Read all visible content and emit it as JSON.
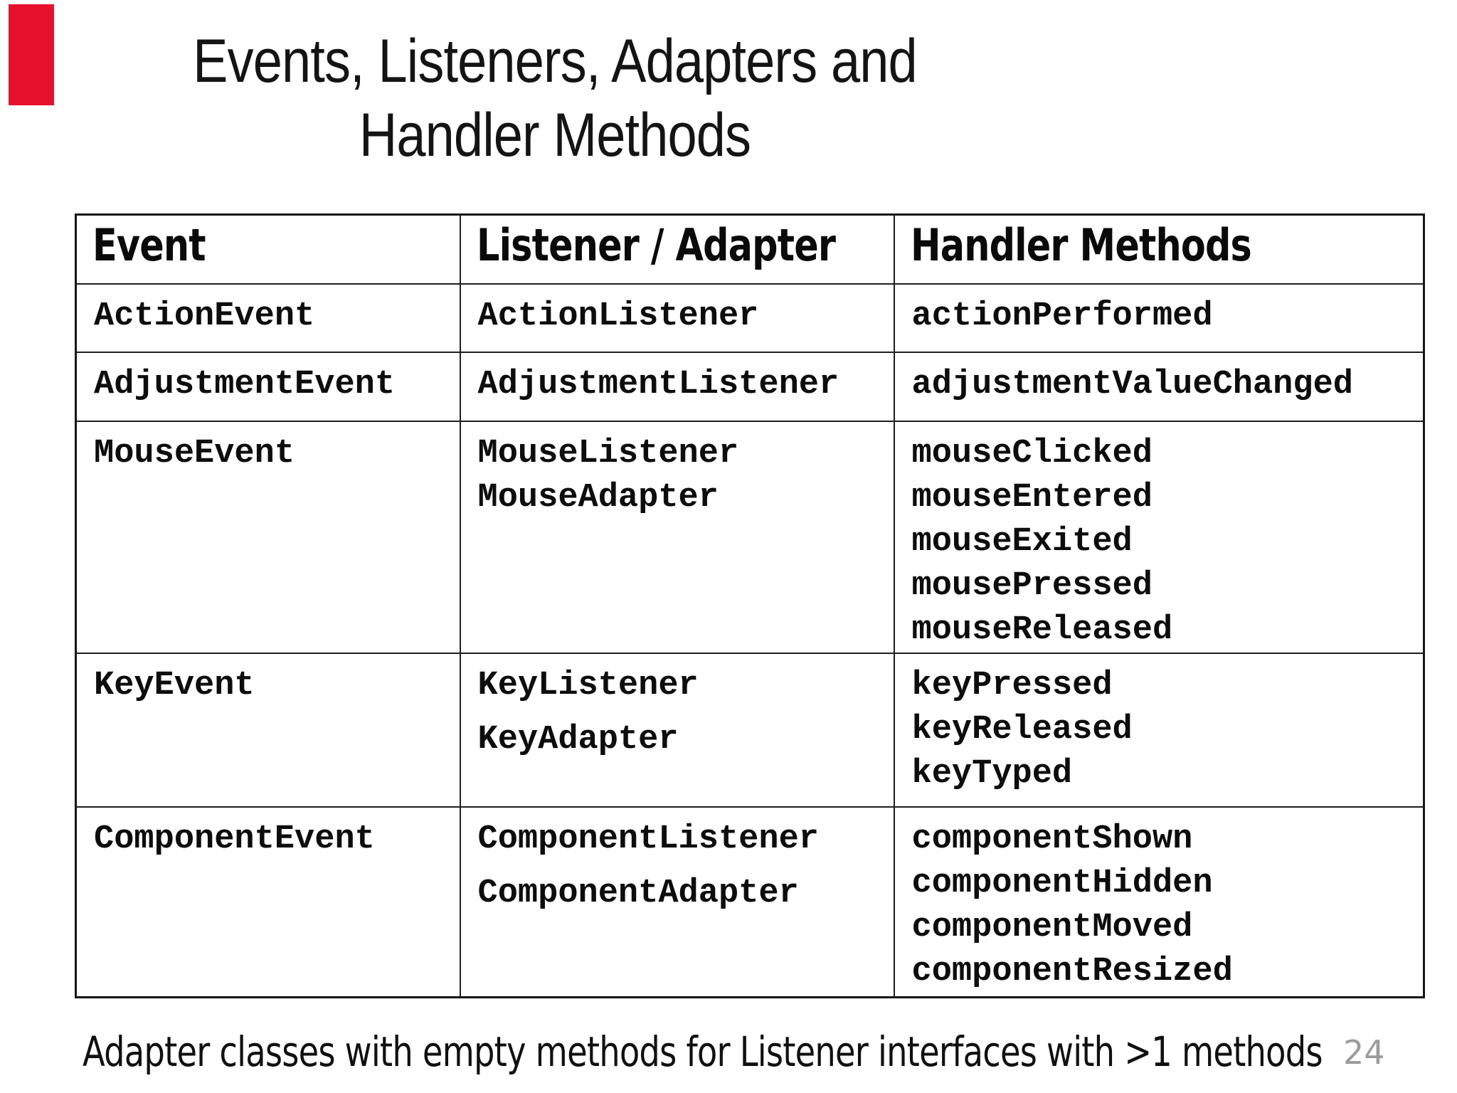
{
  "slide": {
    "title_lines": [
      "Events, Listeners, Adapters and",
      "Handler Methods"
    ],
    "caption": "Adapter classes with empty methods for Listener interfaces with >1 methods",
    "page_number": "24",
    "colors": {
      "accent_red": "#e8112d",
      "page_number_gray": "#9b9b9b",
      "text": "#111111",
      "table_border": "#1f1f1f",
      "background": "#ffffff"
    }
  },
  "table": {
    "headers": [
      "Event",
      "Listener / Adapter",
      "Handler Methods"
    ],
    "rows": [
      {
        "event": "ActionEvent",
        "listeners": [
          "ActionListener"
        ],
        "handlers": [
          "actionPerformed"
        ]
      },
      {
        "event": "AdjustmentEvent",
        "listeners": [
          "AdjustmentListener"
        ],
        "handlers": [
          "adjustmentValueChanged"
        ]
      },
      {
        "event": "MouseEvent",
        "listeners": [
          "MouseListener",
          "MouseAdapter"
        ],
        "handlers": [
          "mouseClicked",
          "mouseEntered",
          "mouseExited",
          "mousePressed",
          "mouseReleased"
        ]
      },
      {
        "event": "KeyEvent",
        "listeners": [
          "KeyListener",
          "KeyAdapter"
        ],
        "handlers": [
          "keyPressed",
          "keyReleased",
          "keyTyped"
        ]
      },
      {
        "event": "ComponentEvent",
        "listeners": [
          "ComponentListener",
          "ComponentAdapter"
        ],
        "handlers": [
          "componentShown",
          "componentHidden",
          "componentMoved",
          "componentResized"
        ]
      }
    ]
  }
}
